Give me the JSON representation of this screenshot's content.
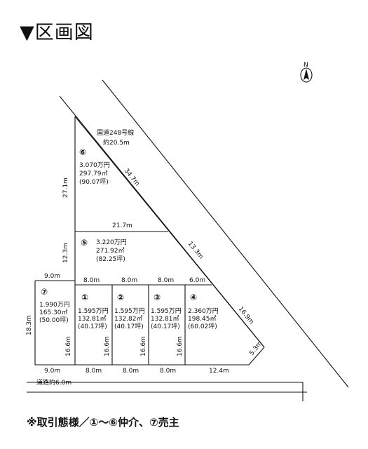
{
  "title": "▼区画図",
  "compass_letter": "N",
  "roads": {
    "national": "国道248号線",
    "national_width": "約20.5m",
    "front": "道路約6.0m"
  },
  "dimensions": {
    "d_27_1": "27.1m",
    "d_34_7": "34.7m",
    "d_21_7": "21.7m",
    "d_12_3": "12.3m",
    "d_13_3": "13.3m",
    "d_9_top": "9.0m",
    "d_8_top_1": "8.0m",
    "d_8_top_2": "8.0m",
    "d_8_top_3": "8.0m",
    "d_6_top": "6.0m",
    "d_18_3": "18.3m",
    "d_16_6_a": "16.6m",
    "d_16_6_b": "16.6m",
    "d_16_6_c": "16.6m",
    "d_16_6_d": "16.6m",
    "d_16_9": "16.9m",
    "d_5_3": "5.3m",
    "d_9_bot": "9.0m",
    "d_8_bot_1": "8.0m",
    "d_8_bot_2": "8.0m",
    "d_8_bot_3": "8.0m",
    "d_12_4": "12.4m"
  },
  "lots": [
    {
      "no": "⑥",
      "price": "3.070万円",
      "area": "297.79㎡",
      "tsubo": "(90.07坪)"
    },
    {
      "no": "⑤",
      "price": "3.220万円",
      "area": "271.92㎡",
      "tsubo": "(82.25坪)"
    },
    {
      "no": "⑦",
      "price": "1.990万円",
      "area": "165.30㎡",
      "tsubo": "(50.00坪)"
    },
    {
      "no": "①",
      "price": "1.595万円",
      "area": "132.81㎡",
      "tsubo": "(40.17坪)"
    },
    {
      "no": "②",
      "price": "1.595万円",
      "area": "132.82㎡",
      "tsubo": "(40.17坪)"
    },
    {
      "no": "③",
      "price": "1.595万円",
      "area": "132.81㎡",
      "tsubo": "(40.17坪)"
    },
    {
      "no": "④",
      "price": "2.360万円",
      "area": "198.45㎡",
      "tsubo": "(60.02坪)"
    }
  ],
  "footer": "※取引態様／①～⑥仲介、⑦売主"
}
